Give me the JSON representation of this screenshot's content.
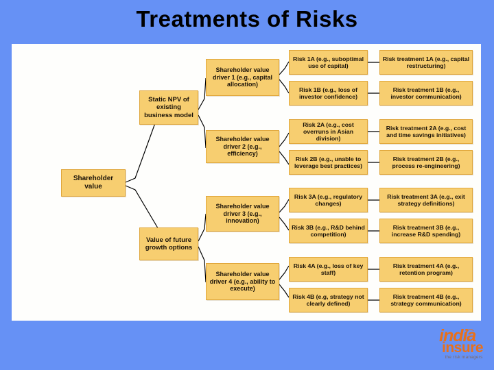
{
  "slide": {
    "title": "Treatments of Risks",
    "background_color": "#6691F5",
    "canvas_color": "#FEFEFC",
    "node_fill": "#F7CE70",
    "node_border": "#E0A63A",
    "connector_color": "#000000"
  },
  "diagram": {
    "type": "tree",
    "root": {
      "label": "Shareholder value"
    },
    "level2": [
      {
        "label": "Static NPV of existing business model"
      },
      {
        "label": "Value of future growth options"
      }
    ],
    "level3": [
      {
        "label": "Shareholder value driver 1 (e.g., capital allocation)"
      },
      {
        "label": "Shareholder value driver 2 (e.g., efficiency)"
      },
      {
        "label": "Shareholder value driver 3 (e.g., innovation)"
      },
      {
        "label": "Shareholder value driver 4 (e.g., ability to execute)"
      }
    ],
    "risks": [
      {
        "label": "Risk 1A (e.g., suboptimal use of capital)"
      },
      {
        "label": "Risk 1B (e.g., loss of investor confidence)"
      },
      {
        "label": "Risk 2A (e.g., cost overruns in Asian division)"
      },
      {
        "label": "Risk 2B (e.g., unable to leverage best practices)"
      },
      {
        "label": "Risk 3A (e.g., regulatory changes)"
      },
      {
        "label": "Risk 3B (e.g., R&D behind competition)"
      },
      {
        "label": "Risk 4A (e.g., loss of key staff)"
      },
      {
        "label": "Risk 4B (e.g, strategy not clearly defined)"
      }
    ],
    "treatments": [
      {
        "label": "Risk treatment 1A (e.g., capital restructuring)"
      },
      {
        "label": "Risk treatment 1B (e.g., investor communication)"
      },
      {
        "label": "Risk treatment 2A (e.g., cost and time savings initiatives)"
      },
      {
        "label": "Risk treatment 2B (e.g., process re-engineering)"
      },
      {
        "label": "Risk treatment 3A (e.g., exit strategy definitions)"
      },
      {
        "label": "Risk treatment 3B (e.g., increase R&D spending)"
      },
      {
        "label": "Risk treatment 4A (e.g., retention program)"
      },
      {
        "label": "Risk treatment 4B (e.g., strategy communication)"
      }
    ]
  },
  "logo": {
    "word_india": "india",
    "word_insure": "insure",
    "tagline": "the risk managers",
    "color": "#E8701A"
  }
}
